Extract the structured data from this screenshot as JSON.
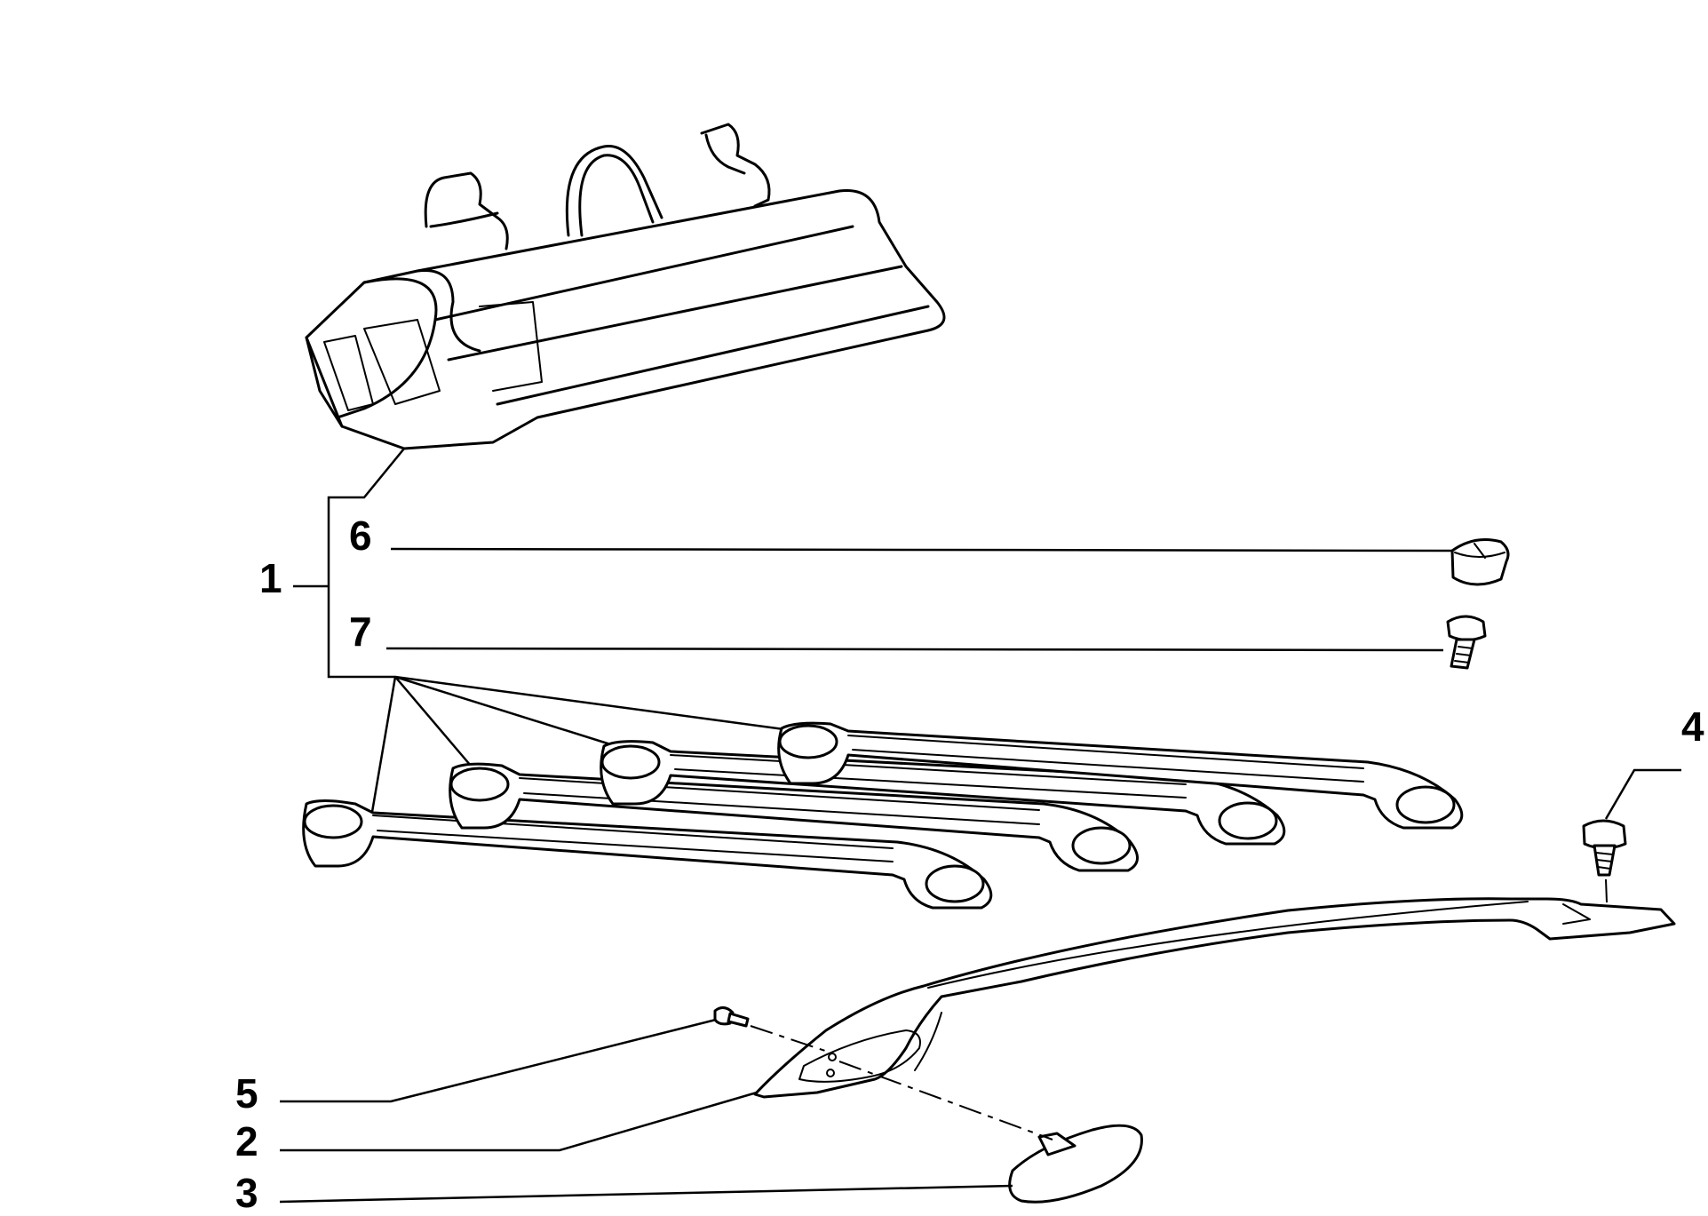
{
  "callouts": {
    "c1": "1",
    "c2": "2",
    "c3": "3",
    "c4": "4",
    "c5": "5",
    "c6": "6",
    "c7": "7"
  },
  "parts": [
    {
      "ref": "1",
      "icon": "roof-bar-kit"
    },
    {
      "ref": "2",
      "icon": "roof-rail"
    },
    {
      "ref": "3",
      "icon": "rail-end-cap"
    },
    {
      "ref": "4",
      "icon": "rail-fixing-screw"
    },
    {
      "ref": "5",
      "icon": "cap-screw"
    },
    {
      "ref": "6",
      "icon": "bar-plug"
    },
    {
      "ref": "7",
      "icon": "bar-screw"
    }
  ]
}
